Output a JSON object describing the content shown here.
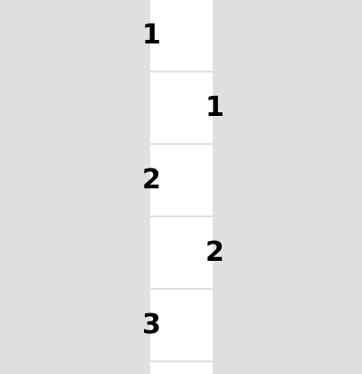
{
  "cells": [
    {
      "label": "1"
    },
    {
      "label": "1"
    },
    {
      "label": "2"
    },
    {
      "label": "2"
    },
    {
      "label": "3"
    },
    {
      "label": ""
    }
  ]
}
